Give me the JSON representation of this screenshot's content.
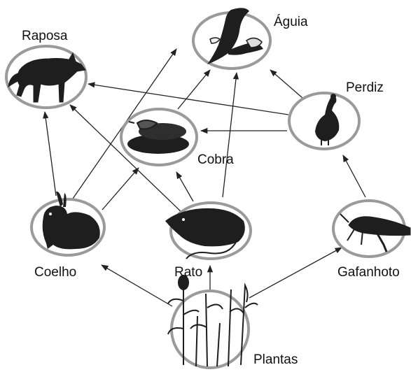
{
  "labels": {
    "raposa": "Raposa",
    "aguia": "Águia",
    "perdiz": "Perdiz",
    "cobra": "Cobra",
    "coelho": "Coelho",
    "rato": "Rato",
    "gafanhoto": "Gafanhoto",
    "plantas": "Plantas"
  },
  "colors": {
    "ring": "#9a9a9a",
    "arrow": "#222222",
    "animal": "#1e1e1e"
  },
  "relations": [
    {
      "from": "plantas",
      "to": "coelho"
    },
    {
      "from": "plantas",
      "to": "rato"
    },
    {
      "from": "plantas",
      "to": "gafanhoto"
    },
    {
      "from": "coelho",
      "to": "raposa"
    },
    {
      "from": "coelho",
      "to": "aguia"
    },
    {
      "from": "coelho",
      "to": "cobra"
    },
    {
      "from": "rato",
      "to": "raposa"
    },
    {
      "from": "rato",
      "to": "cobra"
    },
    {
      "from": "rato",
      "to": "aguia"
    },
    {
      "from": "gafanhoto",
      "to": "perdiz"
    },
    {
      "from": "perdiz",
      "to": "aguia"
    },
    {
      "from": "perdiz",
      "to": "raposa"
    },
    {
      "from": "perdiz",
      "to": "cobra"
    },
    {
      "from": "cobra",
      "to": "aguia"
    }
  ]
}
